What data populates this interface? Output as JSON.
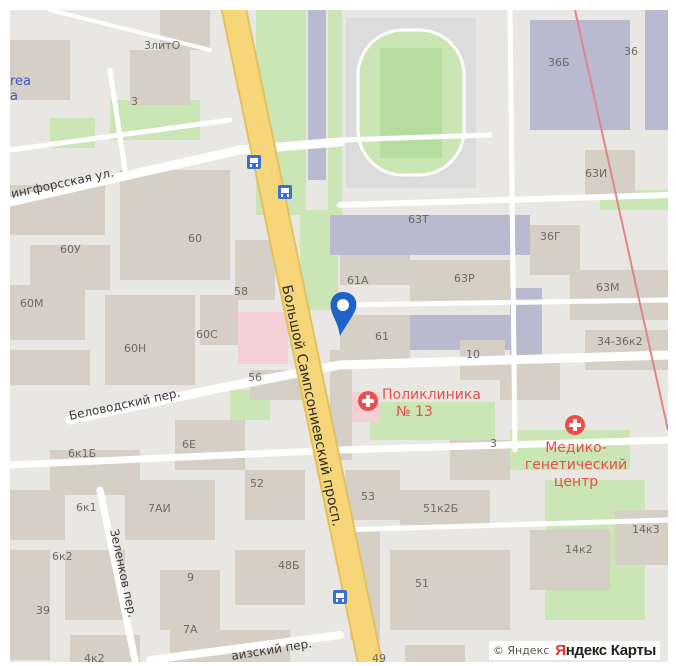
{
  "map": {
    "streets": {
      "helsingfors": "ингфорсская ул.",
      "samsonievsky": "Большой Сампсониевский просп.",
      "belovodsky": "Беловодский пер.",
      "zelenkov": "Зеленков пер.",
      "bottom_lane": "аизский пер."
    },
    "fragment_labels": {
      "area_top": "rea",
      "area_bottom": "а"
    },
    "building_numbers": {
      "b_3": "3",
      "b_zlito": "3литО",
      "b_36b": "36Б",
      "b_36": "36",
      "b_63i": "63И",
      "b_63t": "63Т",
      "b_36g": "36Г",
      "b_60": "60",
      "b_60u": "60У",
      "b_60m": "60М",
      "b_61a": "61А",
      "b_63r": "63Р",
      "b_63m": "63М",
      "b_58": "58",
      "b_60s": "60С",
      "b_60n": "60Н",
      "b_61": "61",
      "b_10": "10",
      "b_34": "34-36к2",
      "b_56": "56",
      "b_6e": "6Е",
      "b_6k1b": "6к1Б",
      "b_3b": "3",
      "b_6k1": "6к1",
      "b_7ai": "7АИ",
      "b_52": "52",
      "b_53": "53",
      "b_51k2b": "51к2Б",
      "b_14k3": "14к3",
      "b_6k2": "6к2",
      "b_14k2": "14к2",
      "b_9": "9",
      "b_48b": "48Б",
      "b_51": "51",
      "b_39": "39",
      "b_7a": "7А",
      "b_4k2": "4к2",
      "b_49": "49"
    },
    "pois": {
      "polyclinic_line1": "Поликлиника",
      "polyclinic_line2": "№ 13",
      "genetic_line1": "Медико-",
      "genetic_line2": "генетический",
      "genetic_line3": "центр"
    },
    "transit_icons": [
      "bus-stop-icon",
      "bus-stop-icon",
      "bus-stop-icon"
    ],
    "marker": "location-pin-icon",
    "colors": {
      "background": "#e9e7e3",
      "building": "#d6cfc6",
      "park": "#c9e6b4",
      "main_road": "#f6d679",
      "road": "#ffffff",
      "industrial": "#b9b9d0",
      "medical": "#f5cfd6",
      "poi_red": "#e8504e",
      "transit_blue": "#3b6fd6",
      "marker_blue": "#1f63c7",
      "railway": "#e0868a"
    }
  },
  "attribution": {
    "copyright": "© Яндекс",
    "brand_first": "Я",
    "brand_rest": "ндекс Карты"
  }
}
